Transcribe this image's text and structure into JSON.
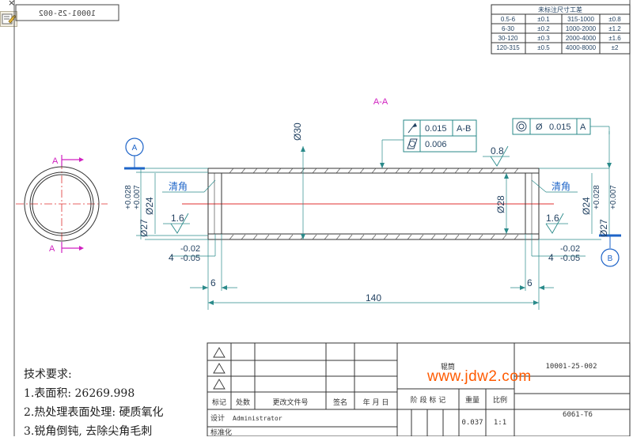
{
  "drawing_number_flipped": "10001-25-002",
  "tolerance_table": {
    "title": "未标注尺寸工差",
    "rows": [
      [
        "0.5-6",
        "±0.1",
        "315-1000",
        "±0.8"
      ],
      [
        "6-30",
        "±0.2",
        "1000-2000",
        "±1.2"
      ],
      [
        "30-120",
        "±0.3",
        "2000-4000",
        "±1.6"
      ],
      [
        "120-315",
        "±0.5",
        "4000-8000",
        "±2"
      ]
    ]
  },
  "section_label": "A-A",
  "section_marker": "A",
  "datum_a": "A",
  "datum_b": "B",
  "fcf_left": {
    "row1_tol": "0.015",
    "row1_ref": "A-B",
    "row2_tol": "0.006"
  },
  "fcf_right": {
    "symbol": "Ø",
    "tol": "0.015",
    "ref": "A"
  },
  "dims": {
    "inner_dia": "Ø30",
    "bore_dia": "Ø28",
    "roughness_top": "0.8",
    "left_outer_dia": "Ø27",
    "left_upper_tol": "+0.028",
    "left_lower_tol": "+0.007",
    "left_inner_dia": "Ø24",
    "chamfer_left": "清角",
    "roughness_left": "1.6",
    "groove_left_upper": "-0.02",
    "groove_left_main": "4",
    "groove_left_lower": "-0.05",
    "step_left": "6",
    "total_length": "140",
    "step_right": "6",
    "chamfer_right": "清角",
    "roughness_right": "1.6",
    "right_inner_dia": "Ø24",
    "right_outer_dia": "Ø27",
    "right_upper_tol": "+0.028",
    "right_lower_tol": "+0.007",
    "groove_right_upper": "-0.02",
    "groove_right_main": "4",
    "groove_right_lower": "-0.05"
  },
  "title_block": {
    "part_name": "辊筒",
    "drawing_number": "10001-25-002",
    "material": "6061-T6",
    "header_mark": "标记",
    "header_count": "处数",
    "header_doc": "更改文件号",
    "header_sign": "签名",
    "header_date": "年 月 日",
    "header_stage": "阶 段 标 记",
    "header_weight": "重量",
    "header_scale": "比例",
    "weight": "0.037",
    "scale": "1:1",
    "designer_label": "设计",
    "designer": "Administrator",
    "standard_label": "标准化"
  },
  "tech_requirements": {
    "title": "技术要求:",
    "items": [
      "1.表面积: 26269.998",
      "2.热处理表面处理: 硬质氧化",
      "3.锐角倒钝, 去除尖角毛刺"
    ]
  },
  "watermark": "www.jdw2.com",
  "colors": {
    "dim": "#1f3f5f",
    "dim_blue": "#2060a0",
    "teal": "#2a8a8a",
    "centerline": "#e03030",
    "magenta": "#d020c0",
    "datum_blue": "#1e64c8",
    "watermark": "#ff5a00"
  }
}
